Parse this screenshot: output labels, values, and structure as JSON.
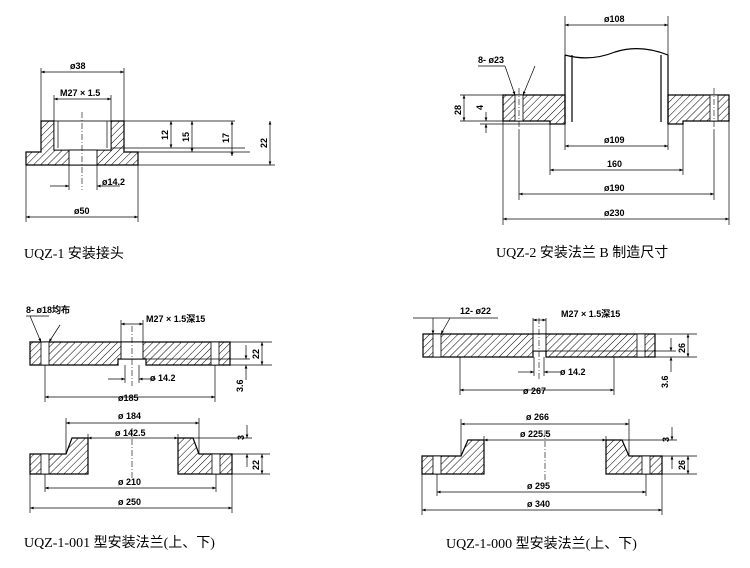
{
  "captions": {
    "uqz1": "UQZ-1 安装接头",
    "uqz2": "UQZ-2 安装法兰 B 制造尺寸",
    "uqz1_001": "UQZ-1-001 型安装法兰(上、下)",
    "uqz1_000": "UQZ-1-000 型安装法兰(上、下)"
  },
  "uqz1": {
    "d38": "ø38",
    "thread": "M27 × 1.5",
    "h12": "12",
    "h15": "15",
    "h17": "17",
    "h22": "22",
    "d14_2": "ø14.2",
    "d50": "ø50"
  },
  "uqz2": {
    "d108": "ø108",
    "holes": "8- ø23",
    "h28": "28",
    "h4": "4",
    "d109": "ø109",
    "d160": "160",
    "d190": "ø190",
    "d230": "ø230"
  },
  "uqz1_001": {
    "holes": "8- ø18均布",
    "thread": "M27 × 1.5深15",
    "h22": "22",
    "h3_6": "3.6",
    "d14_2": "ø 14.2",
    "d185": "ø185",
    "d184": "ø 184",
    "d142_5": "ø 142.5",
    "h3": "3",
    "h22b": "22",
    "d210": "ø 210",
    "d250": "ø 250"
  },
  "uqz1_000": {
    "holes": "12- ø22",
    "thread": "M27 × 1.5深15",
    "h26": "26",
    "h3_6": "3.6",
    "d14_2": "ø 14.2",
    "d267": "ø 267",
    "d266": "ø 266",
    "d225_5": "ø 225.5",
    "h3": "3",
    "h26b": "26",
    "d295": "ø 295",
    "d340": "ø 340"
  }
}
